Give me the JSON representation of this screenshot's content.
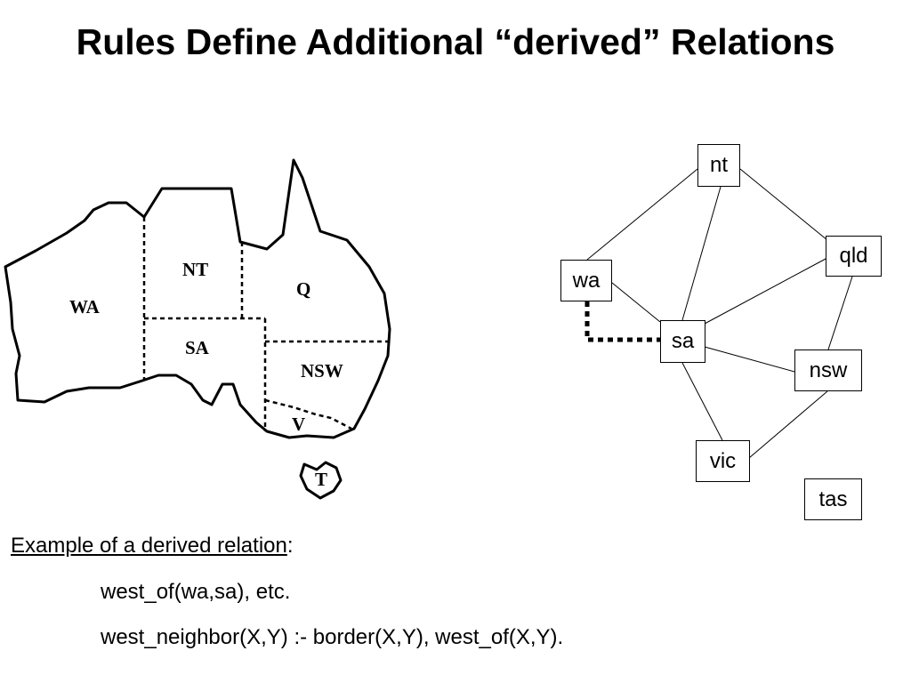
{
  "title": "Rules Define Additional “derived” Relations",
  "map": {
    "labels": {
      "wa": "WA",
      "nt": "NT",
      "sa": "SA",
      "q": "Q",
      "nsw": "NSW",
      "v": "V",
      "t": "T"
    }
  },
  "graph": {
    "nodes": {
      "nt": "nt",
      "qld": "qld",
      "wa": "wa",
      "sa": "sa",
      "nsw": "nsw",
      "vic": "vic",
      "tas": "tas"
    }
  },
  "example": {
    "heading": "Example of a derived relation",
    "colon": ":",
    "line1": "west_of(wa,sa), etc.",
    "line2": "west_neighbor(X,Y) :- border(X,Y), west_of(X,Y)."
  }
}
